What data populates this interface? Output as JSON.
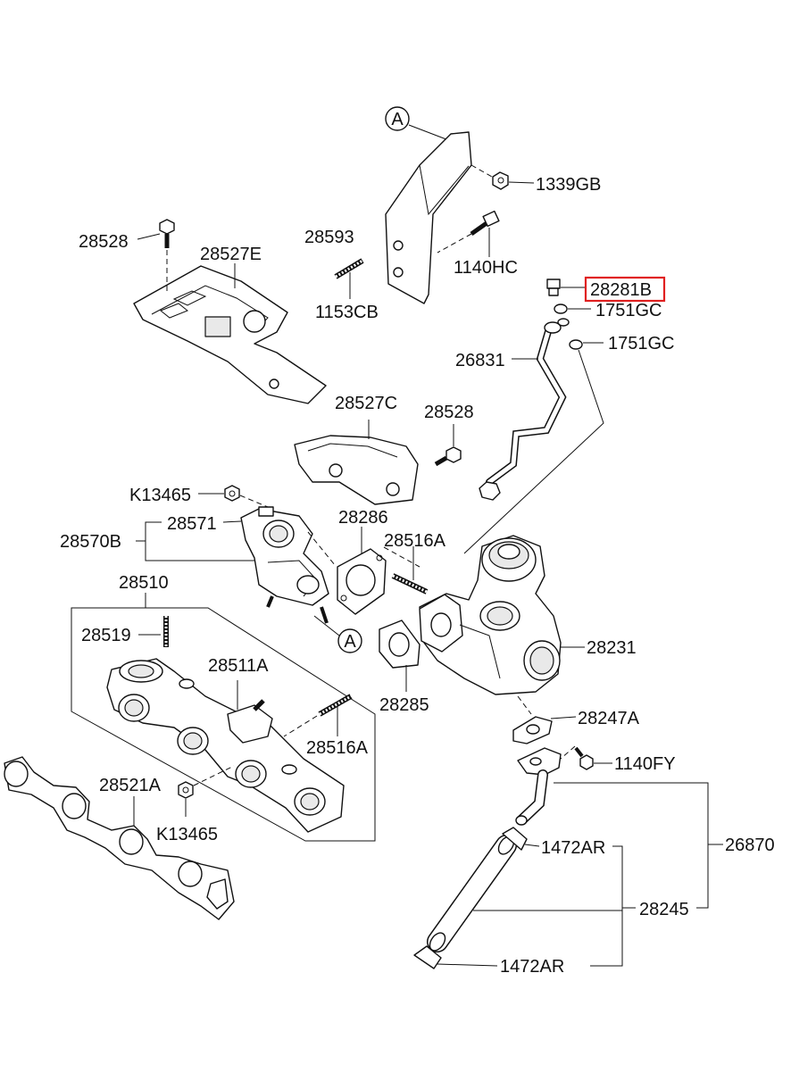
{
  "diagram": {
    "reference_mark": "A",
    "highlight_color": "#e02020",
    "labels": {
      "p1339GB": "1339GB",
      "p28593": "28593",
      "p1140HC": "1140HC",
      "p28528_top": "28528",
      "p28527E": "28527E",
      "p1153CB": "1153CB",
      "p28281B": "28281B",
      "p1751GC_a": "1751GC",
      "p1751GC_b": "1751GC",
      "p26831": "26831",
      "p28527C": "28527C",
      "p28528_mid": "28528",
      "pK13465_top": "K13465",
      "p28571": "28571",
      "p28286": "28286",
      "p28570B": "28570B",
      "p28516A_top": "28516A",
      "p28510": "28510",
      "p28519": "28519",
      "p28231": "28231",
      "p28511A": "28511A",
      "p28285": "28285",
      "p28247A": "28247A",
      "p28516A_bot": "28516A",
      "p1140FY": "1140FY",
      "p28521A": "28521A",
      "pK13465_bot": "K13465",
      "p26870": "26870",
      "p1472AR_a": "1472AR",
      "p28245": "28245",
      "p1472AR_b": "1472AR"
    }
  }
}
